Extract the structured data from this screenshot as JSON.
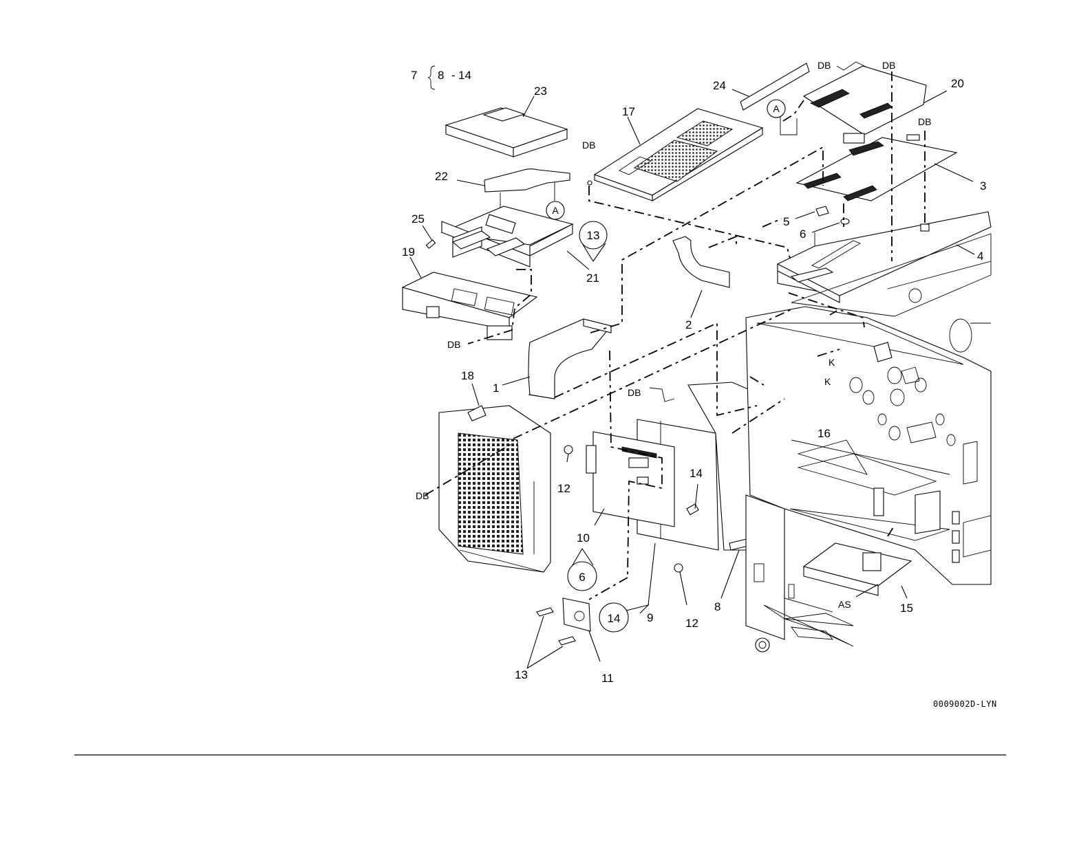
{
  "diagram": {
    "group_bracket": {
      "parent": "7",
      "range_start": "8",
      "range_sep": "-",
      "range_end": "14"
    },
    "labels": {
      "l1": "1",
      "l2": "2",
      "l3": "3",
      "l4": "4",
      "l5": "5",
      "l6a": "6",
      "l8": "8",
      "l9": "9",
      "l10": "10",
      "l11": "11",
      "l12a": "12",
      "l12b": "12",
      "l13": "13",
      "l14": "14",
      "l15": "15",
      "l16": "16",
      "l17": "17",
      "l18": "18",
      "l19": "19",
      "l20": "20",
      "l21": "21",
      "l22": "22",
      "l23": "23",
      "l24": "24",
      "l25": "25"
    },
    "callouts": {
      "c13": "13",
      "c6": "6",
      "c14": "14",
      "cA1": "A",
      "cA2": "A"
    },
    "refs": {
      "db1": "DB",
      "db2": "DB",
      "db3": "DB",
      "db4": "DB",
      "db5": "DB",
      "db6": "DB",
      "db7": "DB",
      "k1": "K",
      "k2": "K",
      "as": "AS"
    },
    "figure_code": "0009002D-LYN"
  }
}
